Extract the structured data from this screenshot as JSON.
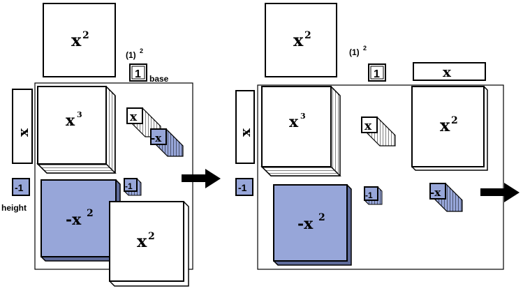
{
  "colors": {
    "tile_blue": "#97a6d9",
    "tile_white": "#ffffff",
    "stroke": "#000000"
  },
  "left_panel": {
    "x2_top": "x",
    "x2_top_exp": "2",
    "one_squared_label": "(1)",
    "one_squared_exp": "2",
    "one_tile": "1",
    "base_label": "base",
    "x_vertical": "x",
    "x3_label": "x",
    "x3_exp": "3",
    "x_cube_small": "x",
    "neg_x_cube_small": "-x",
    "neg_one_height": "-1",
    "height_label": "height",
    "neg_x2_label": "-x",
    "neg_x2_exp": "2",
    "neg_one_small": "-1",
    "x2_bottom": "x",
    "x2_bottom_exp": "2"
  },
  "right_panel": {
    "x2_top": "x",
    "x2_top_exp": "2",
    "one_squared_label": "(1)",
    "one_squared_exp": "2",
    "one_tile": "1",
    "x_horizontal": "x",
    "x_vertical": "x",
    "x3_label": "x",
    "x3_exp": "3",
    "x_cube_small": "x",
    "x2_right": "x",
    "x2_right_exp": "2",
    "neg_one_height": "-1",
    "neg_x2_label": "-x",
    "neg_x2_exp": "2",
    "neg_one_small": "-1",
    "neg_x_cube_small": "-x"
  }
}
